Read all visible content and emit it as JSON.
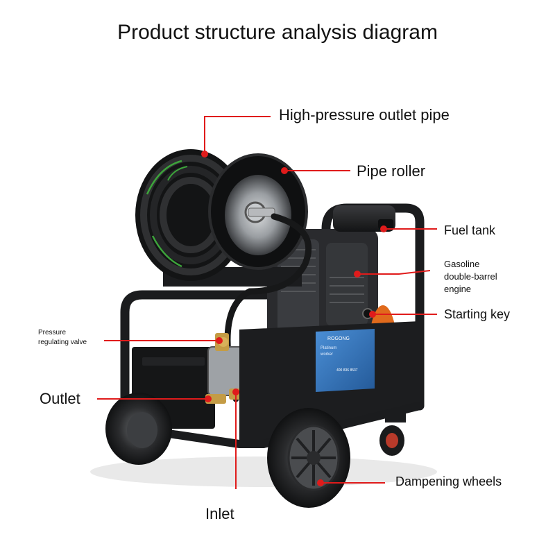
{
  "title": "Product structure analysis diagram",
  "panel_text": {
    "brand": "ROGONG",
    "line1": "Platinum",
    "line2": "worker",
    "footer": "400 836 8537"
  },
  "callouts": {
    "high_pressure_outlet_pipe": "High-pressure outlet pipe",
    "pipe_roller": "Pipe roller",
    "fuel_tank": "Fuel tank",
    "engine_line1": "Gasoline",
    "engine_line2": "double-barrel",
    "engine_line3": "engine",
    "starting_key": "Starting key",
    "pressure_line1": "Pressure",
    "pressure_line2": "regulating valve",
    "outlet": "Outlet",
    "inlet": "Inlet",
    "dampening_wheels": "Dampening wheels"
  },
  "colors": {
    "callout_red": "#e01b1b",
    "frame_black": "#1b1c1e",
    "panel_blue": "#2f6fb5",
    "engine_orange": "#e06a1c",
    "hose_green": "#3da53b"
  }
}
